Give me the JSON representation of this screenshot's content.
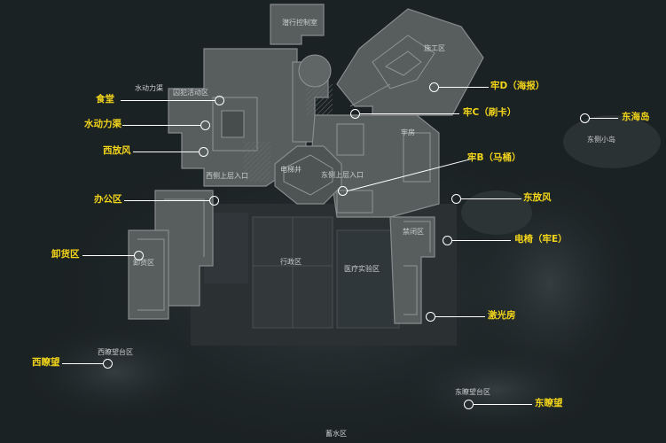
{
  "map_labels": {
    "monitor_room": "潜行控制室",
    "construction_zone": "施工区",
    "hydro_canal": "水动力渠",
    "inmate_activity_zone": "囚犯活动区",
    "cell_d_area": "牢房",
    "elevator_shaft": "电梯井",
    "west_upper_entry": "西侧上层入口",
    "east_upper_entry": "东侧上层入口",
    "east_island": "东侧小岛",
    "detention_zone": "禁闭区",
    "unloading_zone": "卸货区",
    "admin_zone": "行政区",
    "medical_lab_zone": "医疗实验区",
    "west_lookout_zone": "西瞭望台区",
    "east_lookout_zone": "东瞭望台区",
    "water_storage_zone": "蓄水区"
  },
  "callouts": {
    "canteen": "食堂",
    "hydro_canal": "水动力渠",
    "west_vent": "西放风",
    "office": "办公区",
    "unloading": "卸货区",
    "west_lookout": "西瞭望",
    "cell_d": "牢D（海报）",
    "cell_c": "牢C（刷卡）",
    "cell_b": "牢B（马桶）",
    "east_vent": "东放风",
    "electric_chair": "电椅（牢E）",
    "laser_room": "激光房",
    "east_sea_island": "东海岛",
    "east_lookout": "东瞭望"
  },
  "colors": {
    "background": "#1b2224",
    "building": "#585d5e",
    "building_dark": "#3c4142",
    "callout_text": "#f2d41a",
    "marker": "#ffffff"
  }
}
